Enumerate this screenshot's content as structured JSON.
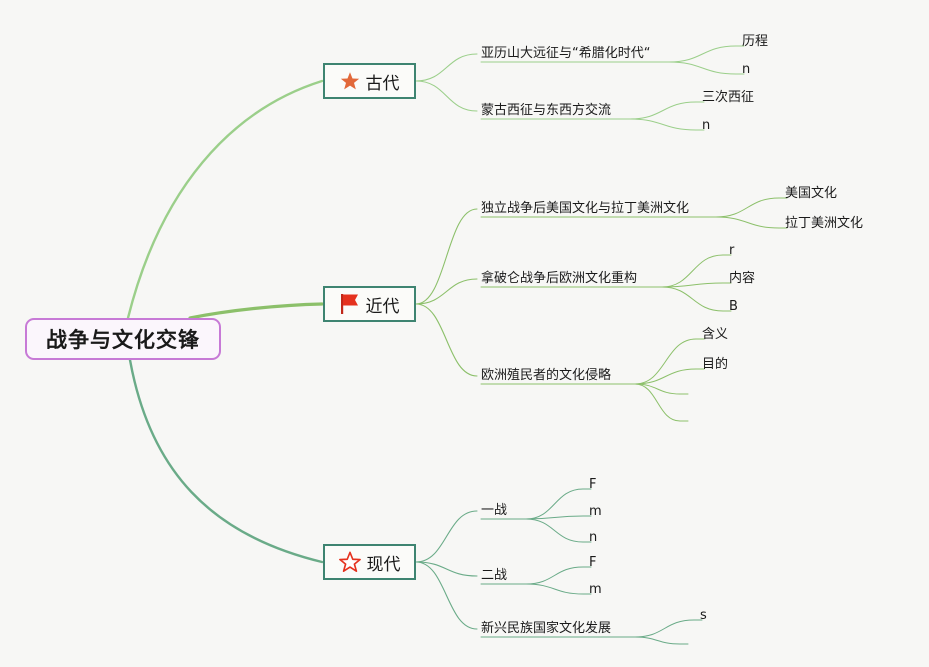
{
  "root": {
    "label": "战争与文化交锋"
  },
  "eras": [
    {
      "label": "古代",
      "icon": "star-filled-icon",
      "color": "#9bcf8a",
      "topics": [
        {
          "label": "亚历山大远征与“希腊化时代“",
          "leaves": [
            "历程",
            "n"
          ]
        },
        {
          "label": "蒙古西征与东西方交流",
          "leaves": [
            "三次西征",
            "n"
          ]
        }
      ]
    },
    {
      "label": "近代",
      "icon": "flag-icon",
      "color": "#8cc06a",
      "topics": [
        {
          "label": "独立战争后美国文化与拉丁美洲文化",
          "leaves": [
            "美国文化",
            "拉丁美洲文化"
          ]
        },
        {
          "label": "拿破仑战争后欧洲文化重构",
          "leaves": [
            "r",
            "内容",
            "B"
          ]
        },
        {
          "label": "欧洲殖民者的文化侵略",
          "leaves": [
            "含义",
            "目的",
            "",
            ""
          ]
        }
      ]
    },
    {
      "label": "现代",
      "icon": "star-outline-icon",
      "color": "#6aab88",
      "topics": [
        {
          "label": "一战",
          "leaves": [
            "F",
            "m",
            "n"
          ]
        },
        {
          "label": "二战",
          "leaves": [
            "F",
            "m"
          ]
        },
        {
          "label": "新兴民族国家文化发展",
          "leaves": [
            "s",
            ""
          ]
        }
      ]
    }
  ],
  "colors": {
    "root_border": "#c77ad6",
    "era_border": "#3e8471",
    "star_filled": "#e2683a",
    "flag": "#e5311e",
    "star_outline": "#e5311e"
  }
}
